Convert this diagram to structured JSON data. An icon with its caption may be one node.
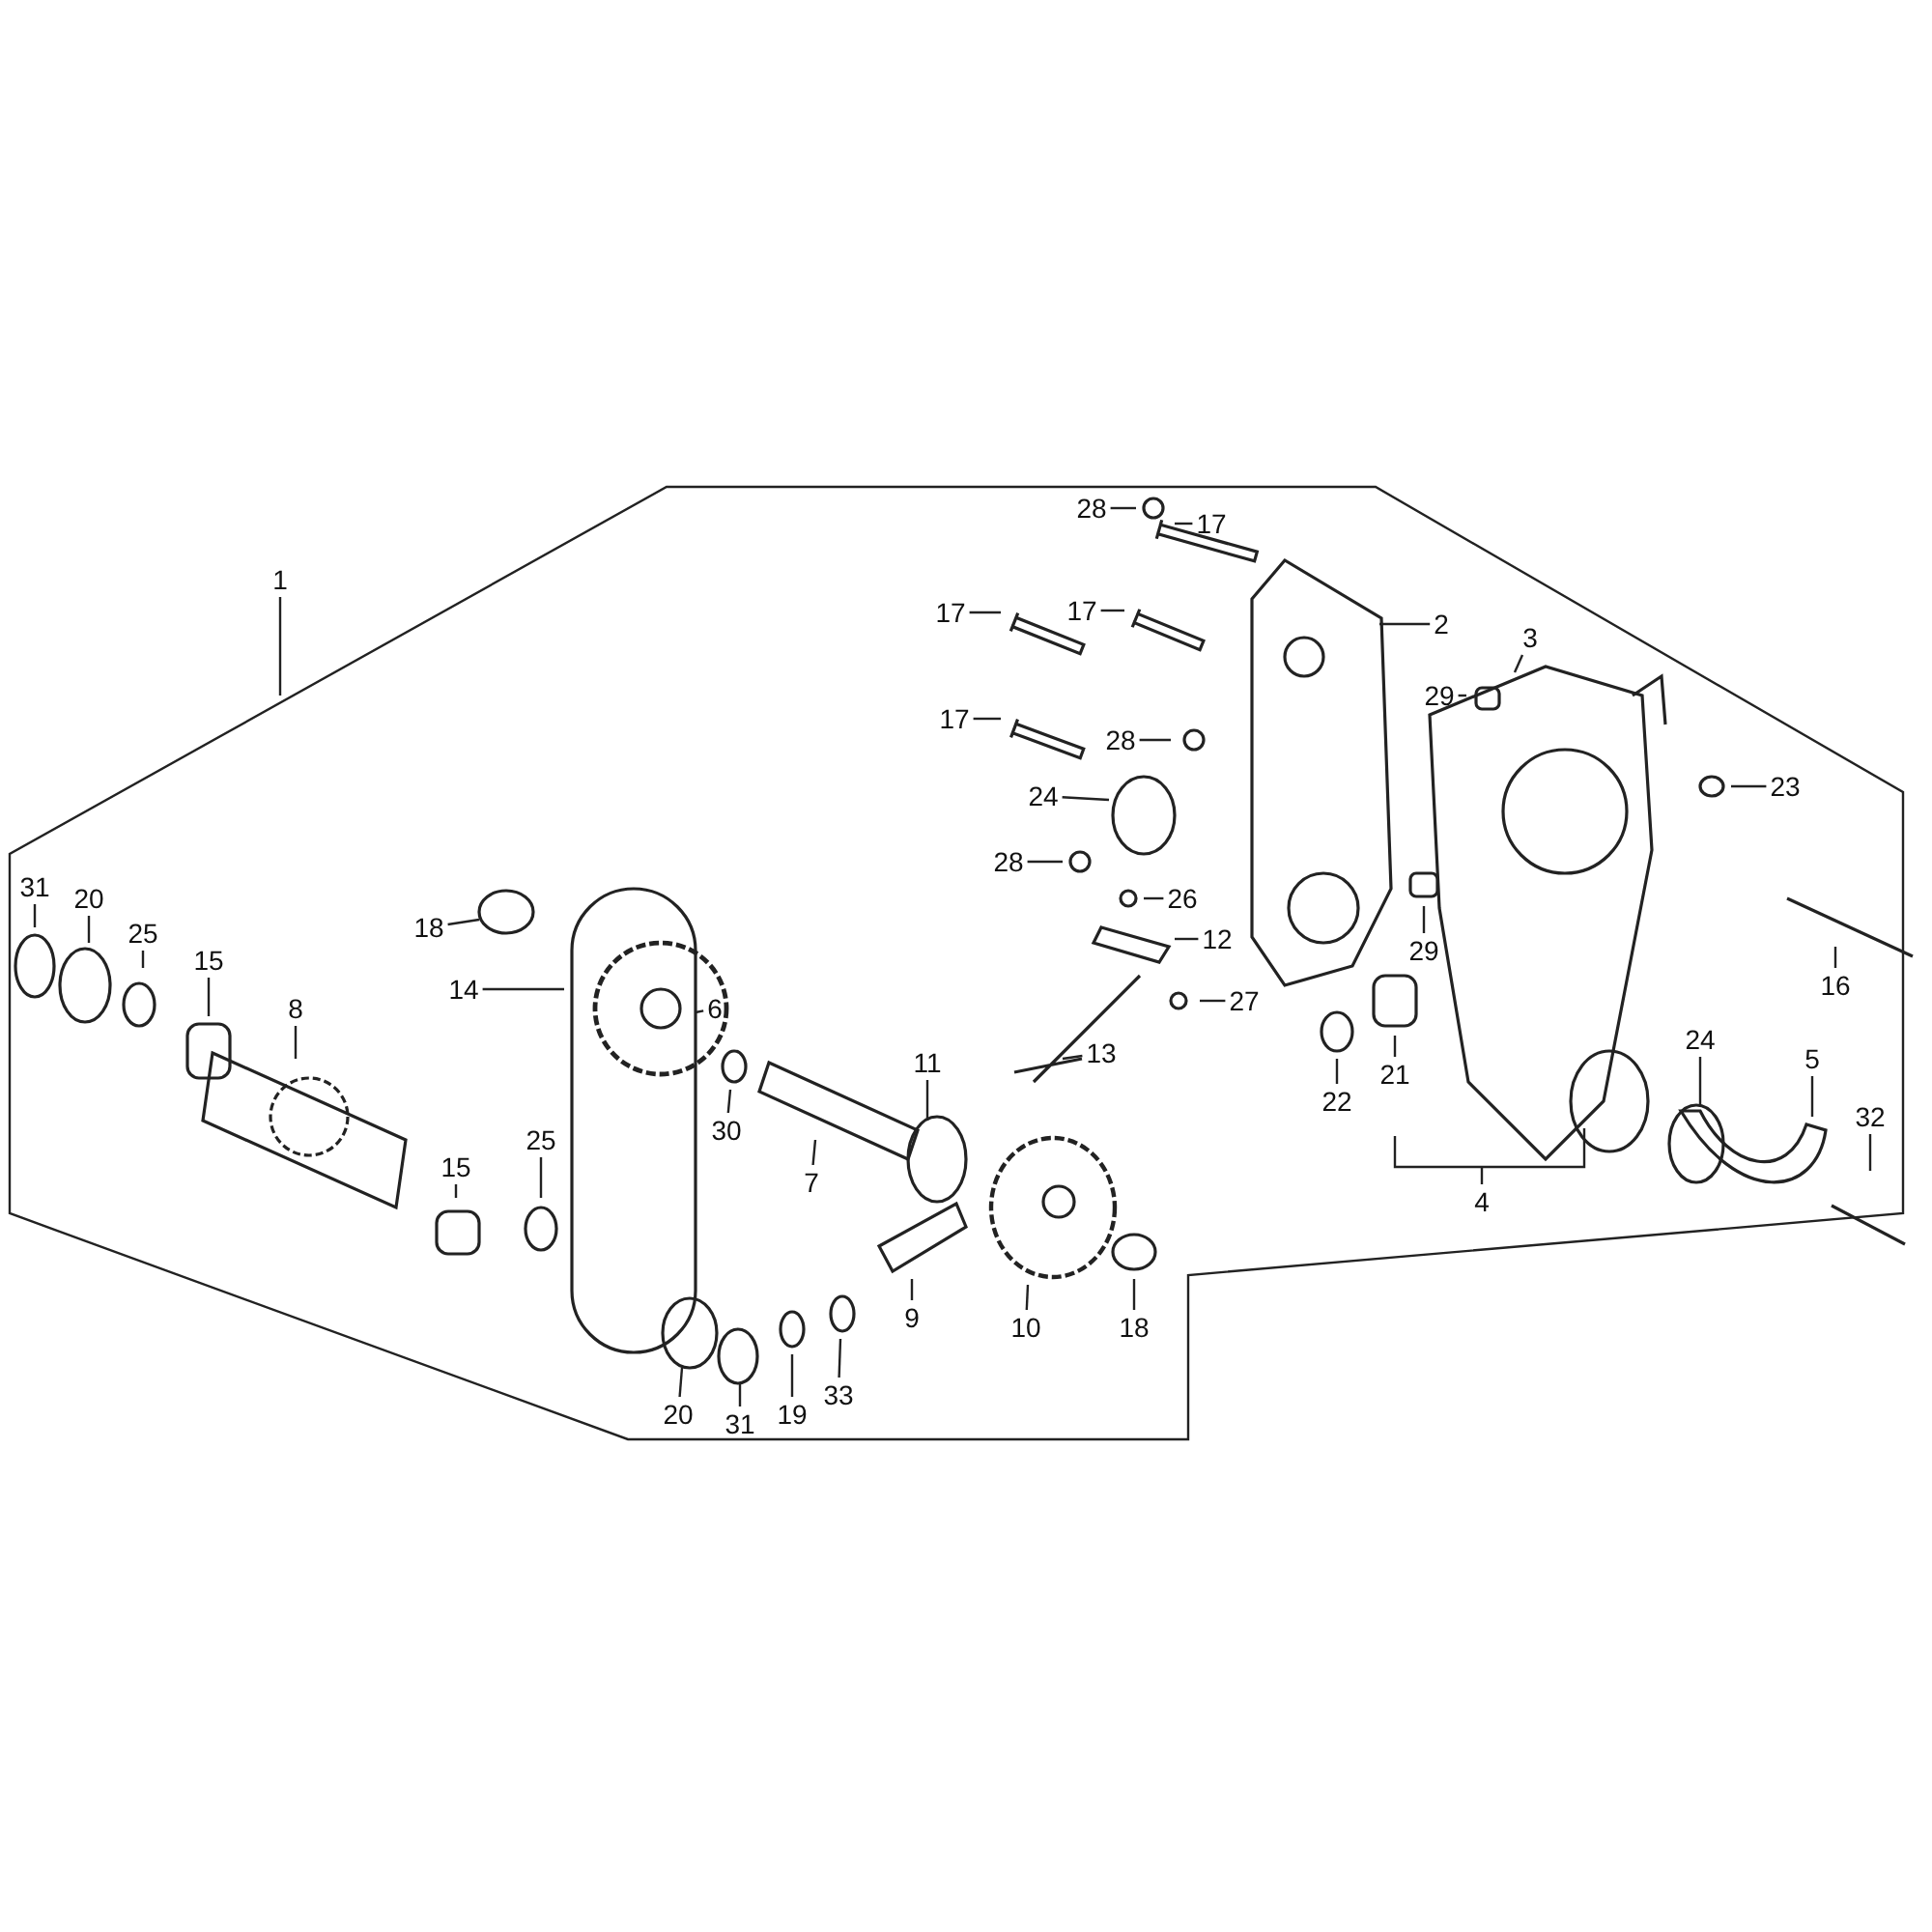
{
  "diagram": {
    "nodes": [
      {
        "text": [
          "28"
        ]
      },
      {
        "text": [
          "17"
        ]
      },
      {
        "text": [
          "1"
        ]
      },
      {
        "text": [
          "17"
        ]
      },
      {
        "text": [
          "17"
        ]
      },
      {
        "text": [
          "2"
        ]
      },
      {
        "text": [
          "3"
        ]
      },
      {
        "text": [
          "29"
        ]
      },
      {
        "text": [
          "17"
        ]
      },
      {
        "text": [
          "28"
        ]
      },
      {
        "text": [
          "23"
        ]
      },
      {
        "text": [
          "24"
        ]
      },
      {
        "text": [
          "28"
        ]
      },
      {
        "text": [
          "31"
        ]
      },
      {
        "text": [
          "26"
        ]
      },
      {
        "text": [
          "20"
        ]
      },
      {
        "text": [
          "18"
        ]
      },
      {
        "text": [
          "25"
        ]
      },
      {
        "text": [
          "12"
        ]
      },
      {
        "text": [
          "29"
        ]
      },
      {
        "text": [
          "15"
        ]
      },
      {
        "text": [
          "16"
        ]
      },
      {
        "text": [
          "14"
        ]
      },
      {
        "text": [
          "27"
        ]
      },
      {
        "text": [
          "6"
        ]
      },
      {
        "text": [
          "8"
        ]
      },
      {
        "text": [
          "24"
        ]
      },
      {
        "text": [
          "5"
        ]
      },
      {
        "text": [
          "13"
        ]
      },
      {
        "text": [
          "11"
        ]
      },
      {
        "text": [
          "21"
        ]
      },
      {
        "text": [
          "22"
        ]
      },
      {
        "text": [
          "32"
        ]
      },
      {
        "text": [
          "30"
        ]
      },
      {
        "text": [
          "25"
        ]
      },
      {
        "text": [
          "15"
        ]
      },
      {
        "text": [
          "7"
        ]
      },
      {
        "text": [
          "4"
        ]
      },
      {
        "text": [
          "9"
        ]
      },
      {
        "text": [
          "10"
        ]
      },
      {
        "text": [
          "18"
        ]
      },
      {
        "text": [
          "19"
        ]
      },
      {
        "text": [
          "33"
        ]
      },
      {
        "text": [
          "20"
        ]
      },
      {
        "text": [
          "31"
        ]
      }
    ],
    "edges": [
      {
        "from": 0,
        "to": null,
        "arrow": "none"
      },
      {
        "from": 1,
        "to": null,
        "arrow": "none"
      },
      {
        "from": 2,
        "to": null,
        "arrow": "none"
      },
      {
        "from": 3,
        "to": null,
        "arrow": "none"
      },
      {
        "from": 4,
        "to": null,
        "arrow": "none"
      },
      {
        "from": 5,
        "to": null,
        "arrow": "none"
      },
      {
        "from": 6,
        "to": null,
        "arrow": "none"
      },
      {
        "from": 7,
        "to": null,
        "arrow": "none"
      },
      {
        "from": 8,
        "to": null,
        "arrow": "none"
      },
      {
        "from": 9,
        "to": null,
        "arrow": "none"
      },
      {
        "from": 10,
        "to": null,
        "arrow": "none"
      },
      {
        "from": 11,
        "to": null,
        "arrow": "none"
      },
      {
        "from": 12,
        "to": null,
        "arrow": "none"
      },
      {
        "from": 13,
        "to": null,
        "arrow": "none"
      },
      {
        "from": 14,
        "to": null,
        "arrow": "none"
      },
      {
        "from": 15,
        "to": null,
        "arrow": "none"
      },
      {
        "from": 16,
        "to": null,
        "arrow": "none"
      },
      {
        "from": 17,
        "to": null,
        "arrow": "none"
      },
      {
        "from": 18,
        "to": null,
        "arrow": "none"
      },
      {
        "from": 19,
        "to": null,
        "arrow": "none"
      },
      {
        "from": 20,
        "to": null,
        "arrow": "none"
      },
      {
        "from": 21,
        "to": null,
        "arrow": "none"
      },
      {
        "from": 22,
        "to": null,
        "arrow": "none"
      },
      {
        "from": 23,
        "to": null,
        "arrow": "none"
      },
      {
        "from": 24,
        "to": null,
        "arrow": "none"
      },
      {
        "from": 25,
        "to": null,
        "arrow": "none"
      },
      {
        "from": 26,
        "to": null,
        "arrow": "none"
      },
      {
        "from": 27,
        "to": null,
        "arrow": "none"
      },
      {
        "from": 28,
        "to": null,
        "arrow": "none"
      },
      {
        "from": 29,
        "to": null,
        "arrow": "none"
      },
      {
        "from": 30,
        "to": null,
        "arrow": "none"
      },
      {
        "from": 31,
        "to": null,
        "arrow": "none"
      },
      {
        "from": 32,
        "to": null,
        "arrow": "none"
      },
      {
        "from": 33,
        "to": null,
        "arrow": "none"
      },
      {
        "from": 34,
        "to": null,
        "arrow": "none"
      },
      {
        "from": 35,
        "to": null,
        "arrow": "none"
      },
      {
        "from": 36,
        "to": null,
        "arrow": "none"
      },
      {
        "from": 37,
        "to": null,
        "arrow": "none"
      },
      {
        "from": 38,
        "to": null,
        "arrow": "none"
      },
      {
        "from": 39,
        "to": null,
        "arrow": "none"
      },
      {
        "from": 40,
        "to": null,
        "arrow": "none"
      },
      {
        "from": 41,
        "to": null,
        "arrow": "none"
      },
      {
        "from": 42,
        "to": null,
        "arrow": "none"
      },
      {
        "from": 43,
        "to": null,
        "arrow": "none"
      },
      {
        "from": 44,
        "to": null,
        "arrow": "none"
      }
    ]
  }
}
